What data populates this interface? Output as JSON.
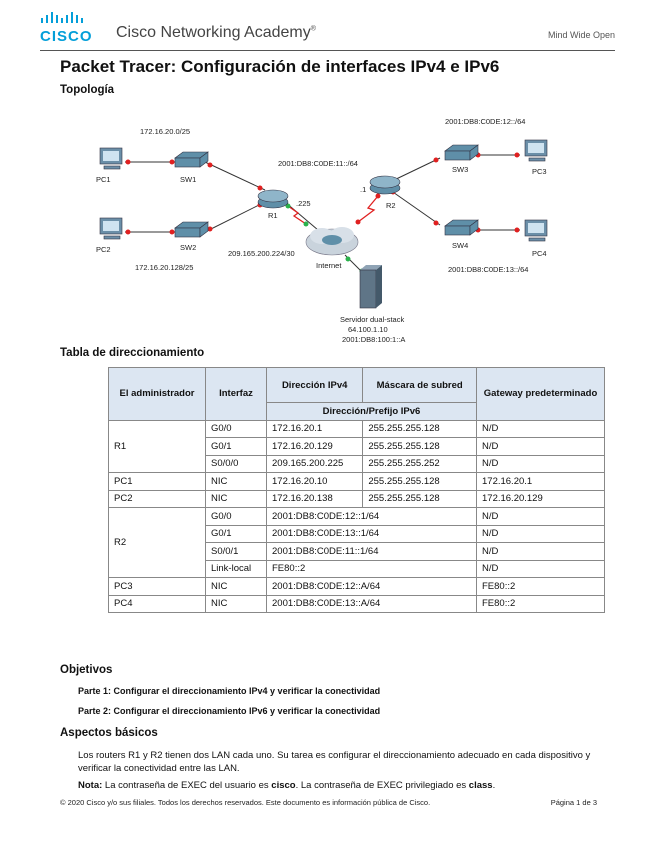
{
  "header": {
    "logo_text": "CISCO",
    "academy": "Cisco Networking Academy",
    "trademark": "®",
    "tagline": "Mind Wide Open"
  },
  "title": "Packet Tracer: Configuración de interfaces IPv4 e IPv6",
  "topology": {
    "heading": "Topología",
    "labels": {
      "net1": "172.16.20.0/25",
      "net2": "172.16.20.128/25",
      "net3": "2001:DB8:C0DE:12::/64",
      "net4": "2001:DB8:C0DE:13::/64",
      "net5": "2001:DB8:C0DE:11::/64",
      "wan_ip": "209.165.200.224/30",
      "dot225": ".225",
      "dot1": ".1",
      "pc1_left": "PC1",
      "pc2": "PC2",
      "sw1": "SW1",
      "sw2": "SW2",
      "r1": "R1",
      "r2": "R2",
      "sw3": "SW3",
      "sw4": "SW4",
      "pc3": "PC3",
      "pc4_right": "PC4",
      "internet": "Internet",
      "server": "Servidor dual-stack",
      "server_ipv4": "64.100.1.10",
      "server_ipv6": "2001:DB8:100:1::A"
    }
  },
  "addressing": {
    "heading": "Tabla de direccionamiento",
    "headers": {
      "device": "El administrador",
      "interface": "Interfaz",
      "ipv4": "Dirección IPv4",
      "mask": "Máscara de subred",
      "gateway": "Gateway predeterminado",
      "prefix": "Dirección/Prefijo IPv6"
    },
    "rows": [
      {
        "device": "R1",
        "iface": "G0/0",
        "addr": "172.16.20.1",
        "mask": "255.255.255.128",
        "gw": "N/D"
      },
      {
        "device": "",
        "iface": "G0/1",
        "addr": "172.16.20.129",
        "mask": "255.255.255.128",
        "gw": "N/D"
      },
      {
        "device": "",
        "iface": "S0/0/0",
        "addr": "209.165.200.225",
        "mask": "255.255.255.252",
        "gw": "N/D"
      },
      {
        "device": "PC1",
        "iface": "NIC",
        "addr": "172.16.20.10",
        "mask": "255.255.255.128",
        "gw": "172.16.20.1"
      },
      {
        "device": "PC2",
        "iface": "NIC",
        "addr": "172.16.20.138",
        "mask": "255.255.255.128",
        "gw": "172.16.20.129"
      },
      {
        "device": "R2",
        "iface": "G0/0",
        "addr": "2001:DB8:C0DE:12::1/64",
        "gw": "N/D"
      },
      {
        "device": "",
        "iface": "G0/1",
        "addr": "2001:DB8:C0DE:13::1/64",
        "gw": "N/D"
      },
      {
        "device": "",
        "iface": "S0/0/1",
        "addr": "2001:DB8:C0DE:11::1/64",
        "gw": "N/D"
      },
      {
        "device": "",
        "iface": "Link-local",
        "addr": "FE80::2",
        "gw": "N/D"
      },
      {
        "device": "PC3",
        "iface": "NIC",
        "addr": "2001:DB8:C0DE:12::A/64",
        "gw": "FE80::2"
      },
      {
        "device": "PC4",
        "iface": "NIC",
        "addr": "2001:DB8:C0DE:13::A/64",
        "gw": "FE80::2"
      }
    ]
  },
  "objectives": {
    "heading": "Objetivos",
    "part1": "Parte 1: Configurar el direccionamiento IPv4 y verificar la conectividad",
    "part2": "Parte 2: Configurar el direccionamiento IPv6 y verificar la conectividad"
  },
  "background": {
    "heading": "Aspectos básicos",
    "text": "Los routers R1 y R2 tienen dos LAN cada uno. Su tarea es configurar el direccionamiento adecuado en cada dispositivo y verificar la conectividad entre las LAN.",
    "note_label": "Nota:",
    "note_a": " La contraseña de EXEC del usuario es ",
    "note_pw1": "cisco",
    "note_b": ". La contraseña de EXEC privilegiado es ",
    "note_pw2": "class",
    "note_c": "."
  },
  "footer": {
    "copyright": "© 2020 Cisco y/o sus filiales. Todos los derechos reservados. Este documento es información pública de Cisco.",
    "page": "Página 1 de 3"
  },
  "colors": {
    "brand": "#049fd9",
    "link_red": "#e02020",
    "link_green": "#2bb24c",
    "table_header": "#dce6f2"
  }
}
